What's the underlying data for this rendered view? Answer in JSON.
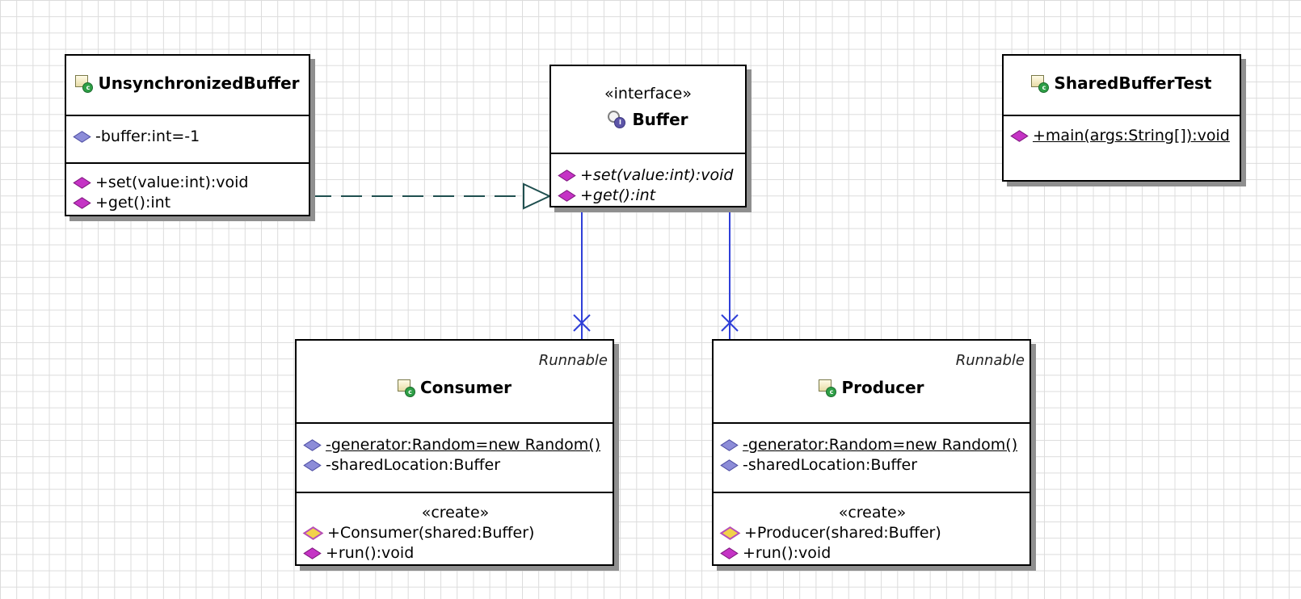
{
  "diagram": {
    "classes": {
      "unsynchronized_buffer": {
        "name": "UnsynchronizedBuffer",
        "attributes": [
          {
            "text": "-buffer:int=-1"
          }
        ],
        "operations": [
          {
            "text": "+set(value:int):void"
          },
          {
            "text": "+get():int"
          }
        ]
      },
      "buffer": {
        "stereotype": "«interface»",
        "name": "Buffer",
        "operations": [
          {
            "text": "+set(value:int):void"
          },
          {
            "text": "+get():int"
          }
        ]
      },
      "shared_buffer_test": {
        "name": "SharedBufferTest",
        "operations": [
          {
            "text": "+main(args:String[]):void"
          }
        ]
      },
      "consumer": {
        "interface": "Runnable",
        "name": "Consumer",
        "attributes": [
          {
            "text": "-generator:Random=new Random()"
          },
          {
            "text": "-sharedLocation:Buffer"
          }
        ],
        "ctor_stereotype": "«create»",
        "constructor": "+Consumer(shared:Buffer)",
        "operations": [
          {
            "text": "+run():void"
          }
        ]
      },
      "producer": {
        "interface": "Runnable",
        "name": "Producer",
        "attributes": [
          {
            "text": "-generator:Random=new Random()"
          },
          {
            "text": "-sharedLocation:Buffer"
          }
        ],
        "ctor_stereotype": "«create»",
        "constructor": "+Producer(shared:Buffer)",
        "operations": [
          {
            "text": "+run():void"
          }
        ]
      }
    },
    "colors": {
      "realization_line": "#1f4f4f",
      "association_line": "#2f3fd8",
      "grid": "#dcdcdc",
      "shadow": "#8f8f8f"
    },
    "icons": {
      "class": "class-icon",
      "interface": "interface-icon",
      "attribute": "attribute-icon",
      "operation": "operation-icon",
      "constructor": "constructor-icon"
    }
  }
}
